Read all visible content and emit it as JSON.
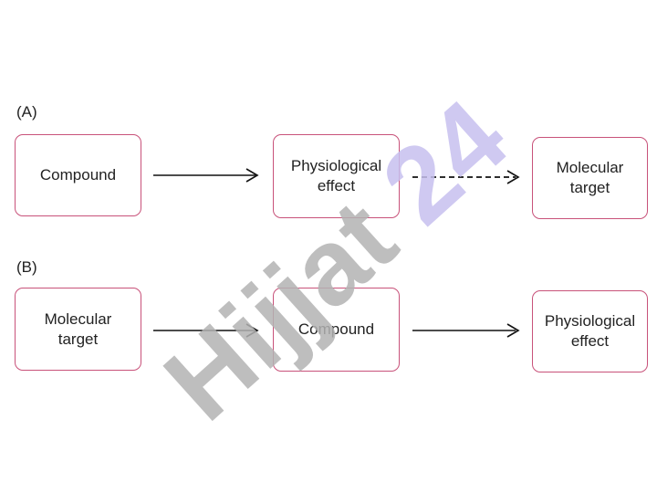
{
  "panels": [
    {
      "label": "(A)",
      "nodes": [
        {
          "lines": [
            "Compound"
          ]
        },
        {
          "lines": [
            "Physiological",
            "effect"
          ]
        },
        {
          "lines": [
            "Molecular",
            "target"
          ]
        }
      ]
    },
    {
      "label": "(B)",
      "nodes": [
        {
          "lines": [
            "Molecular",
            "target"
          ]
        },
        {
          "lines": [
            "Compound"
          ]
        },
        {
          "lines": [
            "Physiological",
            "effect"
          ]
        }
      ]
    }
  ],
  "watermark": {
    "text": "Hijjat 24",
    "color": "#c7c0ee"
  },
  "colors": {
    "box_border": "#c8527a",
    "arrow": "#111111"
  }
}
